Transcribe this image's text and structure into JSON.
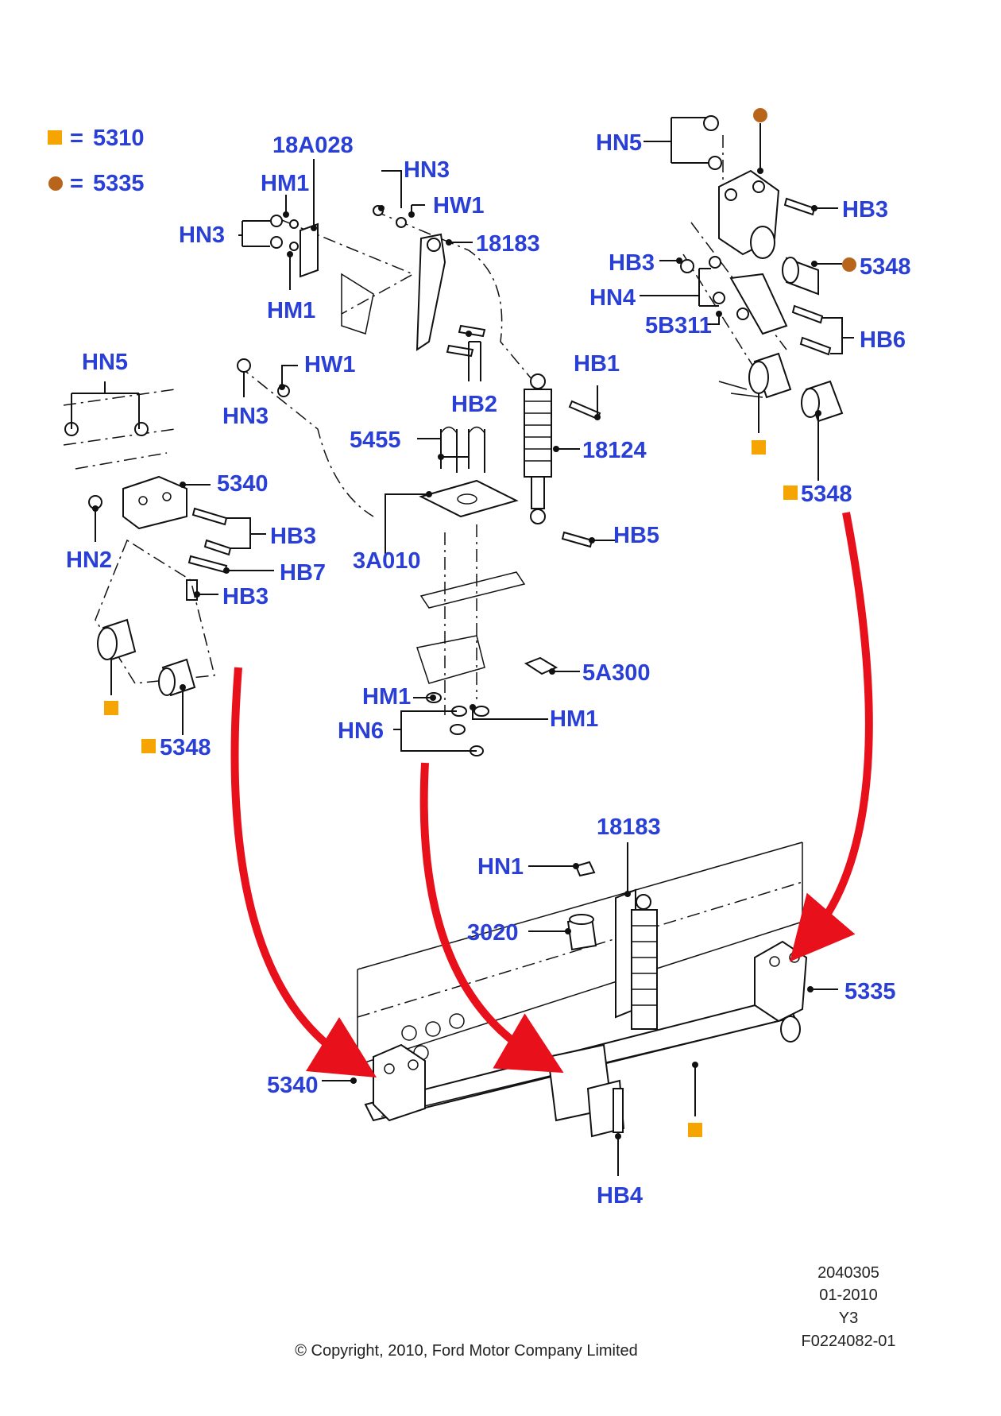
{
  "colors": {
    "label": "#2a3fd6",
    "square_marker": "#f6a500",
    "circle_marker": "#b8651b",
    "arrow": "#e8101a",
    "line": "#111111"
  },
  "legend": {
    "square_code": "5310",
    "circle_code": "5335",
    "equals": "="
  },
  "labels": {
    "l_18A028": "18A028",
    "l_HM1_a": "HM1",
    "l_HN3_a": "HN3",
    "l_HM1_b": "HM1",
    "l_HN3_b": "HN3",
    "l_HW1_a": "HW1",
    "l_18183_a": "18183",
    "l_HB2": "HB2",
    "l_HW1_b": "HW1",
    "l_HN3_c": "HN3",
    "l_HB1": "HB1",
    "l_5455": "5455",
    "l_18124": "18124",
    "l_3A010": "3A010",
    "l_HB5": "HB5",
    "l_5A300": "5A300",
    "l_HM1_c": "HM1",
    "l_HM1_d": "HM1",
    "l_HN6": "HN6",
    "l_HN5_a": "HN5",
    "l_5340_a": "5340",
    "l_HB3_a": "HB3",
    "l_HN2": "HN2",
    "l_HB7": "HB7",
    "l_HB3_b": "HB3",
    "l_5348_a": "5348",
    "l_HN5_b": "HN5",
    "l_HB3_c": "HB3",
    "l_5348_b": "5348",
    "l_HB3_d": "HB3",
    "l_HN4": "HN4",
    "l_5B311": "5B311",
    "l_HB6": "HB6",
    "l_5348_c": "5348",
    "l_18183_b": "18183",
    "l_HN1": "HN1",
    "l_3020": "3020",
    "l_5335": "5335",
    "l_5340_b": "5340",
    "l_HB4": "HB4"
  },
  "info_block": {
    "line1": "2040305",
    "line2": "01-2010",
    "line3": "Y3",
    "line4": "F0224082-01"
  },
  "copyright": "© Copyright, 2010, Ford Motor Company Limited"
}
